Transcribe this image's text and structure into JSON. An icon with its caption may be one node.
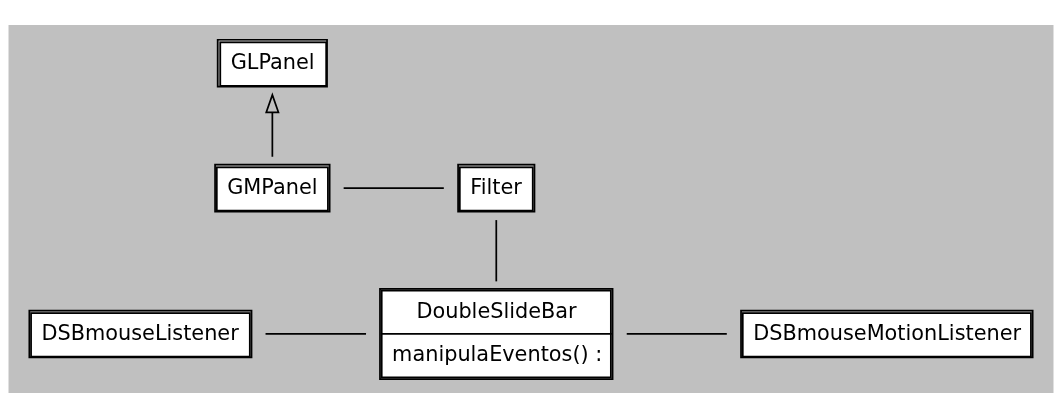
{
  "diagram": {
    "nodes": [
      {
        "text": [
          "GLPanel"
        ]
      },
      {
        "text": [
          "GMPanel"
        ]
      },
      {
        "text": [
          "Filter"
        ]
      },
      {
        "text": [
          "DoubleSlideBar",
          "manipulaEventos() :"
        ]
      },
      {
        "text": [
          "DSBmouseListener"
        ]
      },
      {
        "text": [
          "DSBmouseMotionListener"
        ]
      }
    ],
    "edges": [
      {
        "from": 1,
        "to": 0,
        "arrow": "to"
      },
      {
        "from": 1,
        "to": 2,
        "arrow": "none"
      },
      {
        "from": 2,
        "to": 3,
        "arrow": "none"
      },
      {
        "from": 4,
        "to": 3,
        "arrow": "none"
      },
      {
        "from": 3,
        "to": 5,
        "arrow": "none"
      }
    ]
  }
}
